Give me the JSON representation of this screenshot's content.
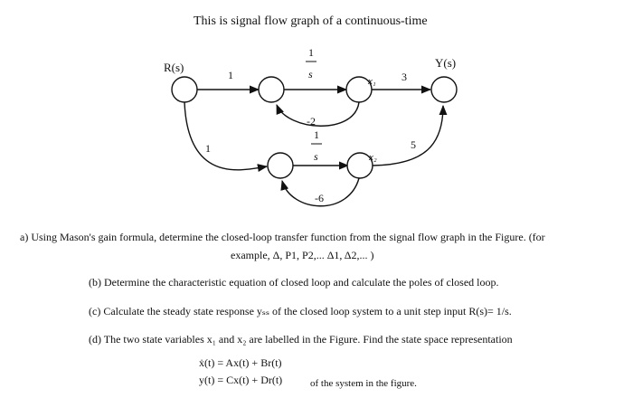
{
  "document": {
    "title": "This is signal flow graph of a continuous-time",
    "graph": {
      "node_labels": {
        "input": "R(s)",
        "output": "Y(s)",
        "x1": "x₁",
        "x2": "x₂"
      },
      "gains": {
        "r_to_a": "1",
        "a_to_x1_num": "1",
        "a_to_x1_den": "s",
        "x1_to_y": "3",
        "feedback_top": "-2",
        "r_to_b": "1",
        "b_to_x2_num": "1",
        "b_to_x2_den": "s",
        "x2_to_y": "5",
        "feedback_bottom": "-6"
      }
    },
    "questions": {
      "a_line1": "a) Using Mason's gain formula, determine the closed-loop transfer function from the signal flow graph in the Figure. (for",
      "a_line2": "example, Δ, P1, P2,... Δ1, Δ2,... )",
      "b": "(b) Determine the characteristic equation of closed loop and calculate the poles of closed loop.",
      "c": "(c) Calculate the steady state response yₛₛ of the closed loop system to a unit step input R(s)= 1/s.",
      "d": "(d) The two state variables x₁ and x₂ are labelled in the Figure. Find the state space representation",
      "eq1": "ẋ(t) = Ax(t) + Br(t)",
      "eq2": "y(t) = Cx(t) + Dr(t)",
      "eq_suffix": "of the system in the figure."
    }
  }
}
